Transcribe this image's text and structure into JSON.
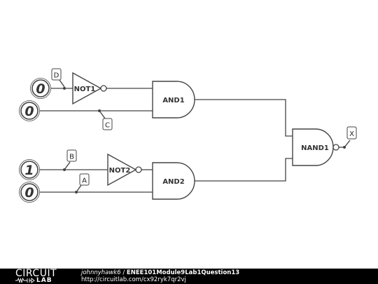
{
  "inputs": [
    {
      "id": "in_d",
      "value": "0",
      "label": "D"
    },
    {
      "id": "in_c",
      "value": "0",
      "label": "C"
    },
    {
      "id": "in_b",
      "value": "1",
      "label": "B"
    },
    {
      "id": "in_a",
      "value": "0",
      "label": "A"
    }
  ],
  "gates": {
    "not1": "NOT1",
    "not2": "NOT2",
    "and1": "AND1",
    "and2": "AND2",
    "nand1": "NAND1"
  },
  "output": {
    "label": "X"
  },
  "footer": {
    "logo_top": "CIRCUIT",
    "logo_bottom": "LAB",
    "user": "johnnyhawk6",
    "separator": " / ",
    "title": "ENEE101Module9Lab1Question13",
    "url": "http://circuitlab.com/cx92ryk7qr2vj"
  },
  "colors": {
    "wire": "#444444",
    "gate_stroke": "#444444",
    "footer_bg": "#000000"
  }
}
